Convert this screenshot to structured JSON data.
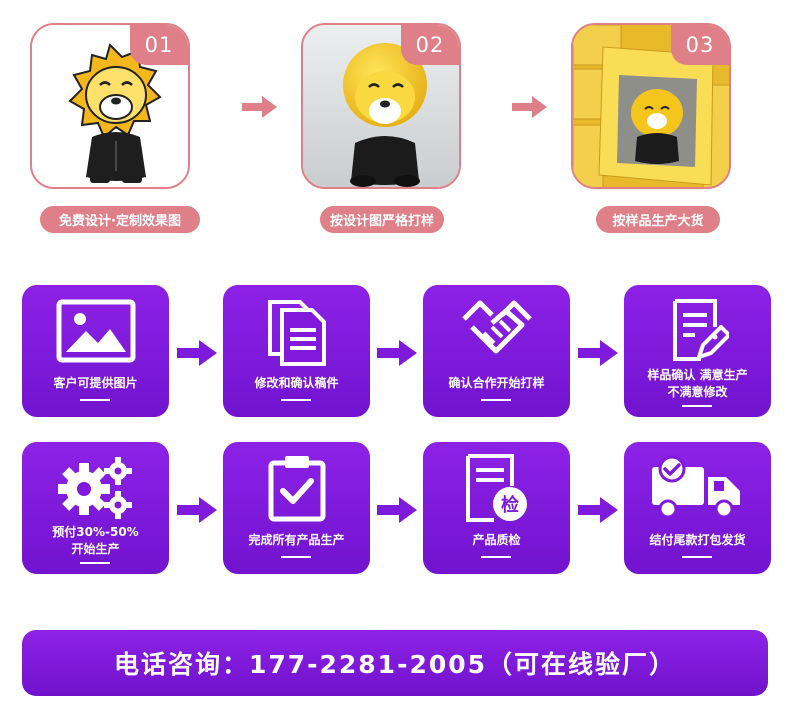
{
  "samples": [
    {
      "num": "01",
      "caption": "免费设计·定制效果图"
    },
    {
      "num": "02",
      "caption": "按设计图严格打样"
    },
    {
      "num": "03",
      "caption": "按样品生产大货"
    }
  ],
  "steps": [
    {
      "icon": "image-icon",
      "label": "客户可提供图片"
    },
    {
      "icon": "documents-icon",
      "label": "修改和确认稿件"
    },
    {
      "icon": "handshake-icon",
      "label": "确认合作开始打样"
    },
    {
      "icon": "edit-document-icon",
      "label": "样品确认 满意生产",
      "label2": "不满意修改"
    },
    {
      "icon": "gears-icon",
      "label": "预付30%-50%",
      "label2": "开始生产"
    },
    {
      "icon": "clipboard-check-icon",
      "label": "完成所有产品生产"
    },
    {
      "icon": "inspection-icon",
      "label": "产品质检",
      "badge": "检"
    },
    {
      "icon": "delivery-truck-icon",
      "label": "结付尾款打包发货"
    }
  ],
  "contact": {
    "phone_line": "电话咨询：177-2281-2005（可在线验厂）"
  },
  "colors": {
    "purple": "#7e1adc",
    "pink": "#df7f88",
    "lion_yellow": "#f5c51e",
    "lion_body": "#1e1e1e"
  }
}
